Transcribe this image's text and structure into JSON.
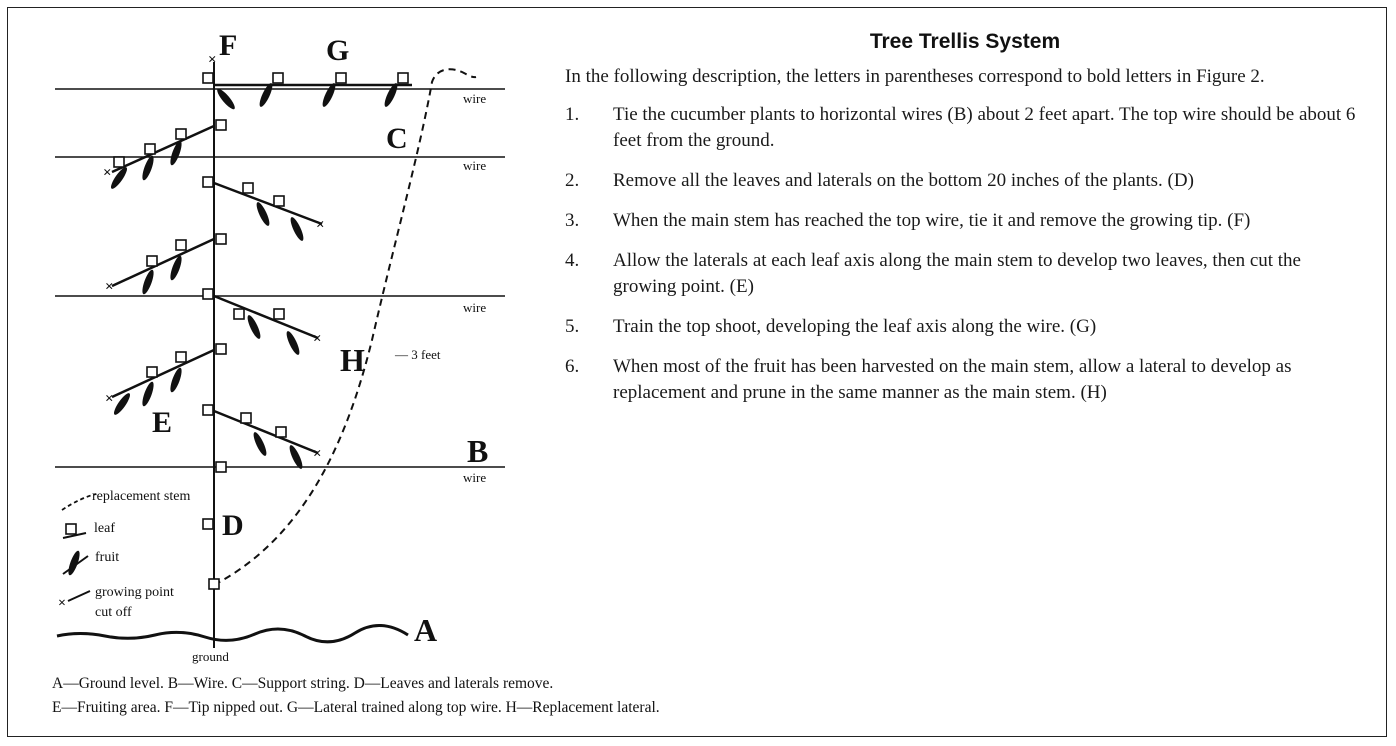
{
  "diagram": {
    "labels": {
      "A": "A",
      "B": "B",
      "C": "C",
      "D": "D",
      "E": "E",
      "F": "F",
      "G": "G",
      "H": "H",
      "wire": "wire",
      "ground": "ground",
      "three_feet": "— 3 feet",
      "cut_mark": "×"
    },
    "legend": {
      "replacement_stem": "replacement stem",
      "leaf": "leaf",
      "fruit": "fruit",
      "growing_point_1": "growing point",
      "growing_point_2": "cut off"
    }
  },
  "panel": {
    "title": "Tree Trellis System",
    "intro": "In the following description, the letters in parentheses correspond to bold letters in Figure 2.",
    "steps": [
      {
        "num": "1.",
        "text": "Tie the cucumber plants to horizontal wires (B) about 2 feet apart. The top wire should be about 6 feet from the ground."
      },
      {
        "num": "2.",
        "text": "Remove all the leaves and laterals on the bottom 20 inches of the plants. (D)"
      },
      {
        "num": "3.",
        "text": "When the main stem has reached the top wire, tie it and remove the growing tip. (F)"
      },
      {
        "num": "4.",
        "text": "Allow the laterals at each leaf axis along the main stem to develop two leaves, then cut the growing point. (E)"
      },
      {
        "num": "5.",
        "text": "Train the top shoot, developing the leaf axis along the wire. (G)"
      },
      {
        "num": "6.",
        "text": "When most of the fruit has been harvested on the main stem, allow a lateral to develop as replacement and prune in the same manner as the main stem. (H)"
      }
    ]
  },
  "caption": {
    "line1": "A—Ground level. B—Wire. C—Support string. D—Leaves and laterals remove.",
    "line2": "E—Fruiting area. F—Tip nipped out. G—Lateral trained along top wire. H—Replacement lateral."
  }
}
